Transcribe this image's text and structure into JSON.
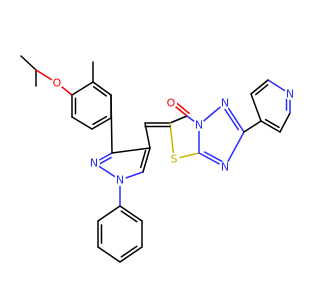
{
  "atoms": {
    "o_ether": {
      "label": "O",
      "color": "#ff0000"
    },
    "o_carbonyl": {
      "label": "O",
      "color": "#ff0000"
    },
    "s_ring": {
      "label": "S",
      "color": "#c8b400"
    },
    "n_fused": {
      "label": "N",
      "color": "#2b2bff"
    },
    "n_triazole_top": {
      "label": "N",
      "color": "#2b2bff"
    },
    "n_triazole_bottom": {
      "label": "N",
      "color": "#2b2bff"
    },
    "n_pyridine": {
      "label": "N",
      "color": "#2b2bff"
    },
    "n_pyrazole_2": {
      "label": "N",
      "color": "#2b2bff"
    },
    "n_pyrazole_1": {
      "label": "N",
      "color": "#2b2bff"
    }
  }
}
